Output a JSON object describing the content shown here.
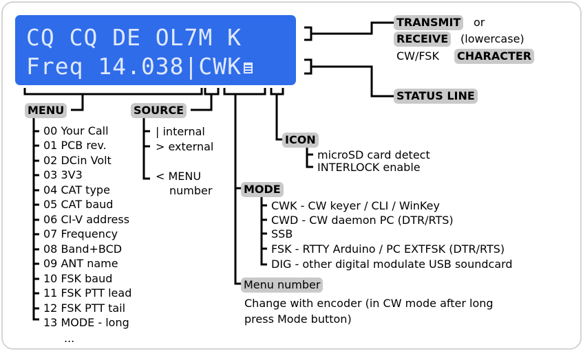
{
  "lcd": {
    "line1": "CQ CQ DE OL7M K",
    "line2": "Freq 14.038|CWK",
    "icon": "sd-card-icon"
  },
  "right": {
    "transmit": "TRANSMIT",
    "or": "or",
    "receive": "RECEIVE",
    "lowercase": "(lowercase)",
    "cwfsk": "CW/FSK",
    "character": "CHARACTER",
    "status_line": "STATUS LINE"
  },
  "menu": {
    "title": "MENU",
    "items": [
      "00 Your Call",
      "01 PCB rev.",
      "02 DCin Volt",
      "03 3V3",
      "04 CAT type",
      "05 CAT baud",
      "06 CI-V address",
      "07 Frequency",
      "08 Band+BCD",
      "09 ANT name",
      "10 FSK baud",
      "11 FSK PTT lead",
      "12 FSK PTT tail",
      "13 MODE - long"
    ],
    "more": "..."
  },
  "source": {
    "title": "SOURCE",
    "items": [
      "| internal",
      "> external",
      "< MENU"
    ],
    "number": "number"
  },
  "icon_block": {
    "title": "ICON",
    "items": [
      "microSD card detect",
      "INTERLOCK enable"
    ]
  },
  "mode": {
    "title": "MODE",
    "items": [
      "CWK - CW keyer / CLI / WinKey",
      "CWD - CW daemon PC (DTR/RTS)",
      "SSB",
      "FSK - RTTY Arduino / PC EXTFSK (DTR/RTS)",
      "DIG - other digital modulate USB soundcard"
    ]
  },
  "menu_number": {
    "title": "Menu number",
    "line1": "Change with encoder (in CW mode after long",
    "line2": "press Mode button)"
  }
}
